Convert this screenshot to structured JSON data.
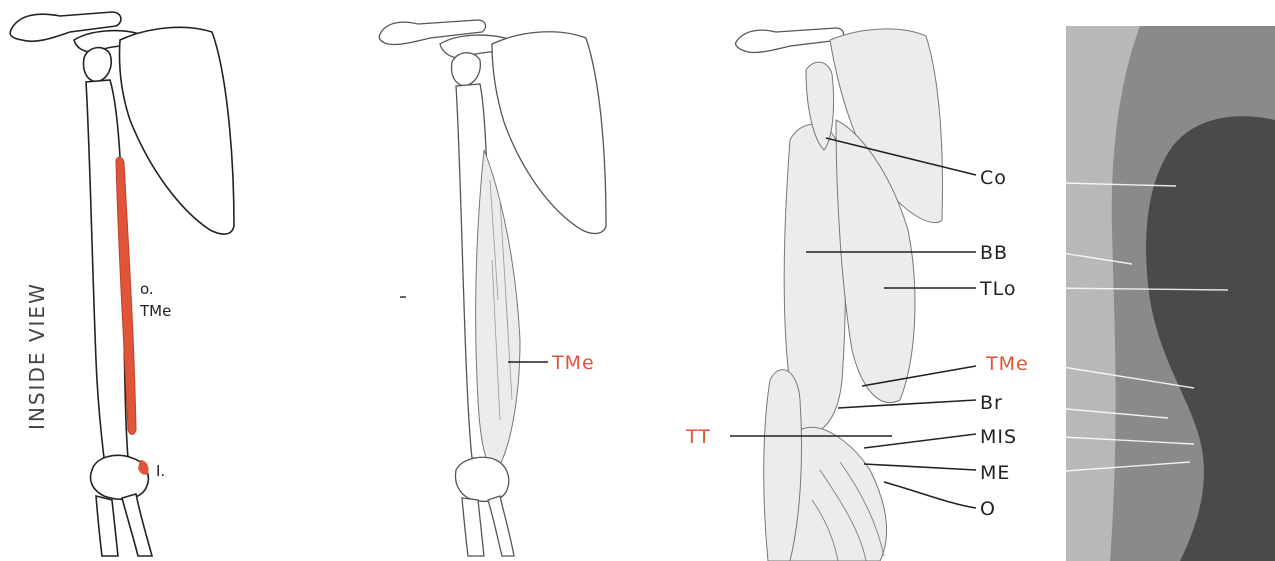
{
  "panel1": {
    "side_title": "INSIDE VIEW",
    "origin_abbr": "o.",
    "origin_muscle": "TMe",
    "insertion_abbr": "I."
  },
  "panel2": {
    "muscle_label": "TMe"
  },
  "panel3": {
    "labels": [
      "Co",
      "BB",
      "TLo",
      "TMe",
      "Br",
      "MIS",
      "ME",
      "O"
    ],
    "left_label": "TT"
  },
  "colors": {
    "highlight_red": "#e0553a",
    "ink": "#222222",
    "photo_bg": "#4a4a4a"
  }
}
